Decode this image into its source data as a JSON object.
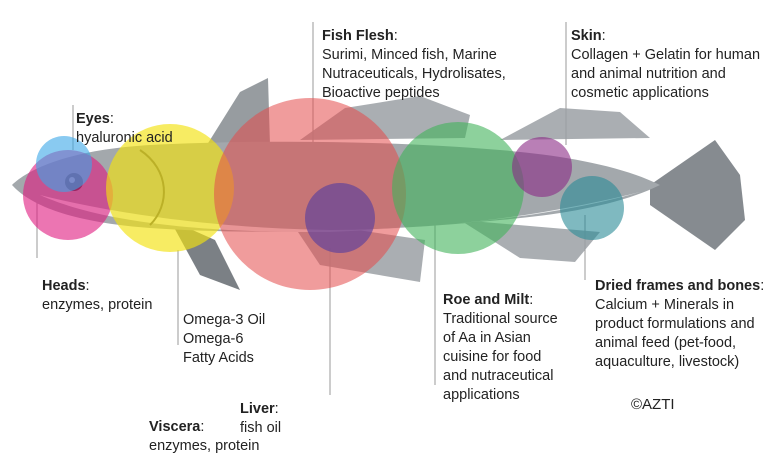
{
  "labels": {
    "fish_flesh": {
      "title": "Fish Flesh",
      "text": "Surimi, Minced fish, Marine\nNutraceuticals, Hydrolisates,\nBioactive peptides"
    },
    "skin": {
      "title": "Skin",
      "text": "Collagen + Gelatin for human\nand animal nutrition and\ncosmetic applications"
    },
    "eyes": {
      "title": "Eyes",
      "text": "hyaluronic acid"
    },
    "heads": {
      "title": "Heads",
      "text": "enzymes, protein"
    },
    "omega": {
      "text": "Omega-3 Oil\nOmega-6\nFatty Acids"
    },
    "roe": {
      "title": "Roe and Milt",
      "text": "Traditional source\nof Aa in Asian\ncuisine for food\nand nutraceutical\napplications"
    },
    "frames": {
      "title": "Dried frames and bones",
      "text": "Calcium + Minerals in\nproduct formulations and\nanimal feed (pet-food,\naquaculture, livestock)"
    },
    "liver": {
      "title": "Liver",
      "text": "fish oil"
    },
    "viscera": {
      "title": "Viscera",
      "text": "enzymes, protein"
    }
  },
  "credit": "©AZTI",
  "colors": {
    "eyes": "#3aa6e8",
    "heads": "#e0197f",
    "omega": "#f2e20f",
    "flesh": "#e44a4a",
    "liver": "#5b3f9c",
    "roe": "#41b35a",
    "skin": "#8a2a86",
    "frames": "#2a8a96",
    "fish_body": "#9aa0a4",
    "fish_belly": "#eceff0",
    "fin": "#7d8287"
  }
}
